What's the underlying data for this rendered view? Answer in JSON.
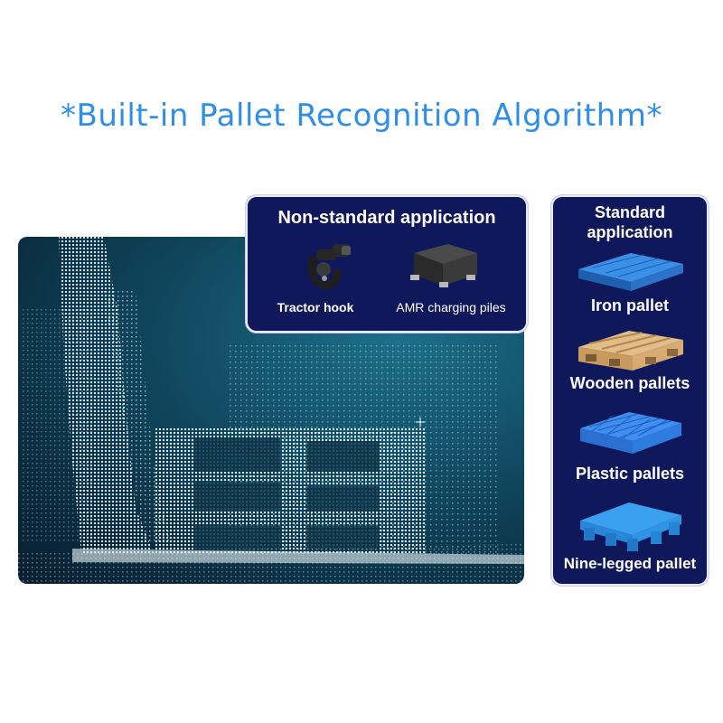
{
  "title": "*Built-in Pallet Recognition Algorithm*",
  "non_standard": {
    "title": "Non-standard application",
    "items": [
      {
        "label": "Tractor hook",
        "icon": "tractor-hook-icon"
      },
      {
        "label": "AMR charging piles",
        "icon": "amr-charging-pile-icon"
      }
    ]
  },
  "standard": {
    "title_line1": "Standard",
    "title_line2": "application",
    "items": [
      {
        "label": "Iron pallet",
        "icon": "iron-pallet-icon"
      },
      {
        "label": "Wooden pallets",
        "icon": "wooden-pallet-icon"
      },
      {
        "label": "Plastic pallets",
        "icon": "plastic-pallet-icon"
      },
      {
        "label": "Nine-legged pallet",
        "icon": "nine-legged-pallet-icon"
      }
    ]
  },
  "colors": {
    "title_blue": "#2f8ee8",
    "card_navy": "#10185c",
    "pointcloud_bg": "#0e3f57",
    "pallet_blue": "#3a8fe6",
    "wood": "#d9b07a"
  }
}
